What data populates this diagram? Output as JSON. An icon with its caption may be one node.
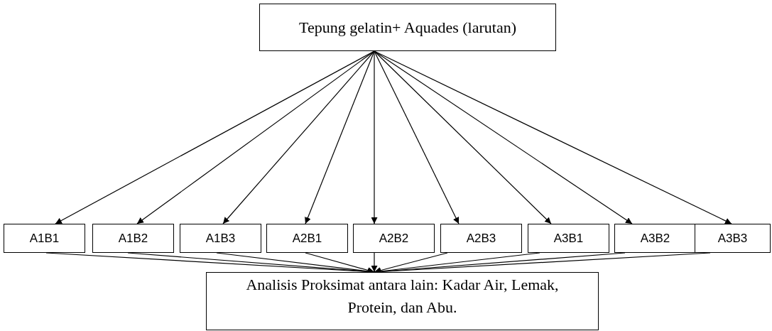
{
  "diagram": {
    "nodes": [
      {
        "text": [
          "Tepung gelatin+ Aquades (larutan)"
        ]
      },
      {
        "text": [
          "A1B1"
        ]
      },
      {
        "text": [
          "A1B2"
        ]
      },
      {
        "text": [
          "A1B3"
        ]
      },
      {
        "text": [
          "A2B1"
        ]
      },
      {
        "text": [
          "A2B2"
        ]
      },
      {
        "text": [
          "A2B3"
        ]
      },
      {
        "text": [
          "A3B1"
        ]
      },
      {
        "text": [
          "A3B2"
        ]
      },
      {
        "text": [
          "A3B3"
        ]
      },
      {
        "text": [
          "Analisis Proksimat antara lain: Kadar Air, Lemak, Protein, dan Abu."
        ]
      }
    ],
    "edges": [
      {
        "from": 0,
        "to": 1,
        "arrow": "to"
      },
      {
        "from": 0,
        "to": 2,
        "arrow": "to"
      },
      {
        "from": 0,
        "to": 3,
        "arrow": "to"
      },
      {
        "from": 0,
        "to": 4,
        "arrow": "to"
      },
      {
        "from": 0,
        "to": 5,
        "arrow": "to"
      },
      {
        "from": 0,
        "to": 6,
        "arrow": "to"
      },
      {
        "from": 0,
        "to": 7,
        "arrow": "to"
      },
      {
        "from": 0,
        "to": 8,
        "arrow": "to"
      },
      {
        "from": 0,
        "to": 9,
        "arrow": "to"
      },
      {
        "from": 1,
        "to": 10,
        "arrow": "to"
      },
      {
        "from": 2,
        "to": 10,
        "arrow": "to"
      },
      {
        "from": 3,
        "to": 10,
        "arrow": "to"
      },
      {
        "from": 4,
        "to": 10,
        "arrow": "to"
      },
      {
        "from": 5,
        "to": 10,
        "arrow": "to"
      },
      {
        "from": 6,
        "to": 10,
        "arrow": "to"
      },
      {
        "from": 7,
        "to": 10,
        "arrow": "to"
      },
      {
        "from": 8,
        "to": 10,
        "arrow": "to"
      },
      {
        "from": 9,
        "to": 10,
        "arrow": "to"
      }
    ]
  }
}
